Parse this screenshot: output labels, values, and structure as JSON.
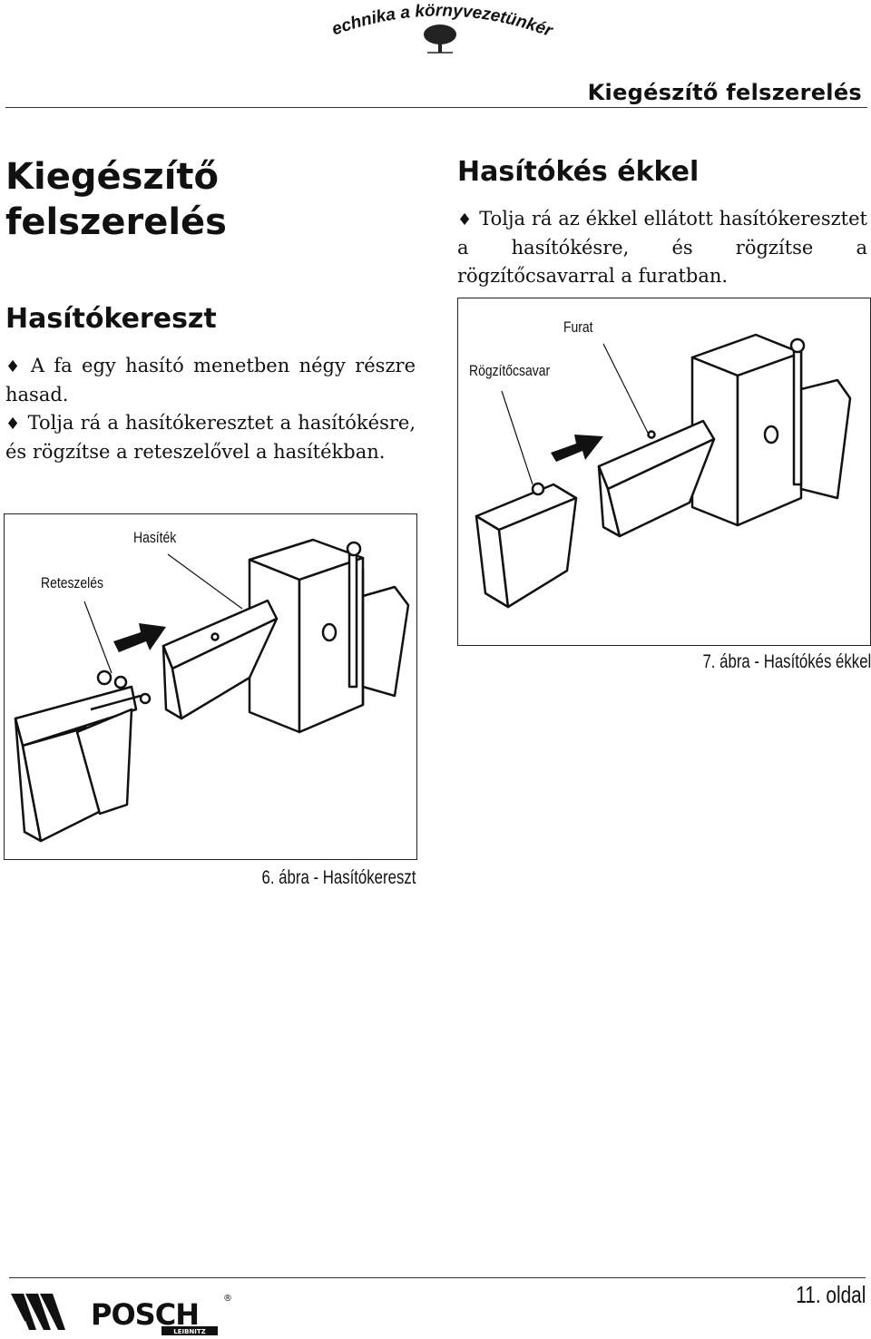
{
  "header": {
    "tagline": "Technika a környvezetünkért",
    "section_title": "Kiegészítő felszerelés"
  },
  "main_title": [
    "Kiegészítő",
    "felszerelés"
  ],
  "section1": {
    "heading": "Hasítókereszt",
    "bullet_1": "A fa egy hasító menetben négy részre hasad.",
    "bullet_2": "Tolja rá a hasítókeresztet a hasítókésre, és rögzítse a reteszelővel a hasítékban.",
    "figure": {
      "labels": {
        "locking": "Reteszelés",
        "slot": "Hasíték"
      },
      "caption": "6. ábra - Hasítókereszt"
    }
  },
  "section2": {
    "heading": "Hasítókés ékkel",
    "bullet_1": "Tolja rá az ékkel ellátott hasítókeresztet a hasítókésre, és rögzítse a rögzítőcsavarral a furatban.",
    "figure": {
      "labels": {
        "bolt": "Rögzítőcsavar",
        "hole": "Furat"
      },
      "caption": "7. ábra - Hasítókés ékkel"
    }
  },
  "footer": {
    "brand": "POSCH",
    "sub_brand": "LEIBNITZ",
    "page": "11. oldal"
  }
}
